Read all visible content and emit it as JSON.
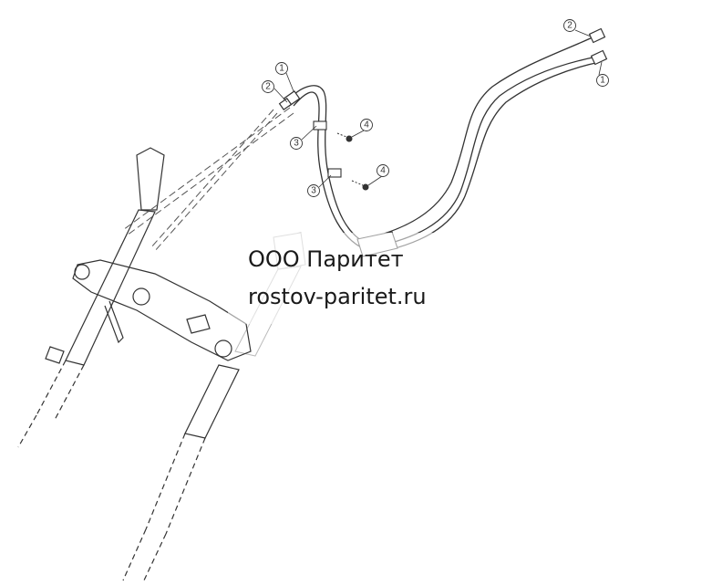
{
  "watermark": {
    "company": "ООО Паритет",
    "website": "rostov-paritet.ru"
  },
  "callouts": [
    {
      "id": "c1a",
      "label": "1"
    },
    {
      "id": "c2a",
      "label": "2"
    },
    {
      "id": "c3a",
      "label": "3"
    },
    {
      "id": "c4a",
      "label": "4"
    },
    {
      "id": "c3b",
      "label": "3"
    },
    {
      "id": "c4b",
      "label": "4"
    },
    {
      "id": "c2b",
      "label": "2"
    },
    {
      "id": "c1b",
      "label": "1"
    }
  ],
  "colors": {
    "line": "#333333",
    "hidden_line": "#555555",
    "faded": "#bbbbbb"
  }
}
